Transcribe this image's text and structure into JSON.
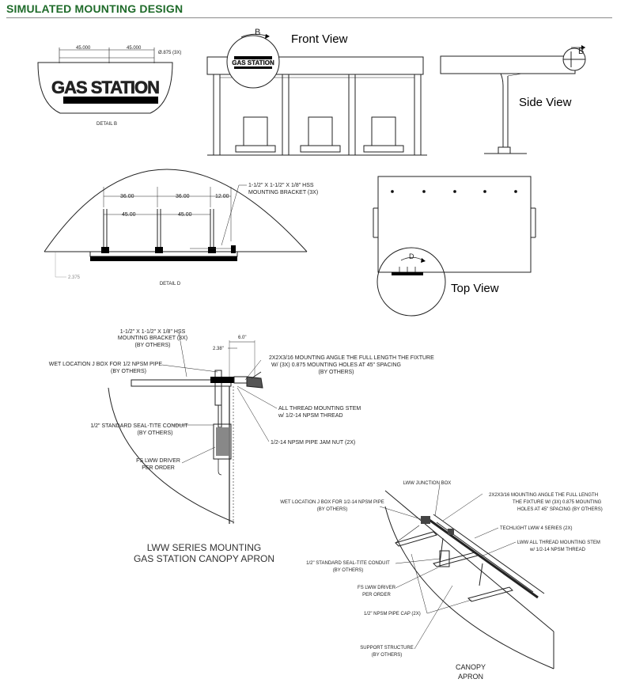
{
  "header": {
    "title": "SIMULATED MOUNTING DESIGN",
    "accent": "#1f6b2a"
  },
  "detail_b": {
    "sign_text": "GAS STATION",
    "dim_left": "45.000",
    "dim_right": "45.000",
    "hole_note": "Ø.875 (3X)",
    "label": "DETAIL B"
  },
  "front_view": {
    "label": "Front View",
    "callout": "B",
    "sign_text": "GAS STATION"
  },
  "side_view": {
    "label": "Side View",
    "callout": "B"
  },
  "detail_d": {
    "dim_top_1": "36.00",
    "dim_top_2": "36.00",
    "dim_top_3": "12.00",
    "dim_mid_1": "45.00",
    "dim_mid_2": "45.00",
    "dim_side": "2.375",
    "bracket_note_1": "1-1/2\" X 1-1/2\" X 1/8\" HSS",
    "bracket_note_2": "MOUNTING BRACKET (3X)",
    "label": "DETAIL D"
  },
  "top_view": {
    "label": "Top View",
    "callout": "D"
  },
  "section": {
    "bracket_1": "1-1/2\" X 1-1/2\" X 1/8\" HSS",
    "bracket_2": "MOUNTING BRACKET (3X)",
    "bracket_3": "(BY OTHERS)",
    "jbox_1": "WET LOCATION J BOX FOR 1/2 NPSM PIPE",
    "jbox_2": "(BY OTHERS)",
    "dim_6": "6.0\"",
    "dim_238": "2.38\"",
    "angle_1": "2X2X3/16 MOUNTING ANGLE THE FULL LENGTH THE FIXTURE",
    "angle_2": "W/ (3X) 0.875 MOUNTING HOLES AT 45\" SPACING",
    "angle_3": "(BY OTHERS)",
    "stem_1": "ALL THREAD MOUNTING STEM",
    "stem_2": "w/ 1/2-14 NPSM THREAD",
    "conduit_1": "1/2\" STANDARD SEAL-TITE CONDUIT",
    "conduit_2": "(BY OTHERS)",
    "jamnut": "1/2-14 NPSM PIPE JAM NUT (2X)",
    "driver_1": "FS LWW DRIVER",
    "driver_2": "PER ORDER",
    "title_1": "LWW SERIES MOUNTING",
    "title_2": "GAS STATION CANOPY APRON"
  },
  "iso": {
    "junction": "LWW JUNCTION BOX",
    "angle_1": "2X2X3/16 MOUNTING ANGLE THE FULL LENGTH",
    "angle_2": "THE FIXTURE W/ (3X) 0.875 MOUNTING",
    "angle_3": "HOLES AT 45\" SPACING (BY OTHERS)",
    "jbox_1": "WET LOCATION J BOX FOR 1/2-14 NPSM PIPE",
    "jbox_2": "(BY OTHERS)",
    "techlight": "TECHLIGHT LWW 4 SERIES (2X)",
    "stem_1": "LWW ALL THREAD MOUNTING STEM",
    "stem_2": "w/ 1/2-14 NPSM THREAD",
    "conduit_1": "1/2\" STANDARD SEAL-TITE CONDUIT",
    "conduit_2": "(BY OTHERS)",
    "driver_1": "FS LWW DRIVER",
    "driver_2": "PER ORDER",
    "cap": "1/2\" NPSM PIPE CAP (2X)",
    "support_1": "SUPPORT STRUCTURE",
    "support_2": "(BY OTHERS)",
    "apron_1": "CANOPY",
    "apron_2": "APRON"
  }
}
